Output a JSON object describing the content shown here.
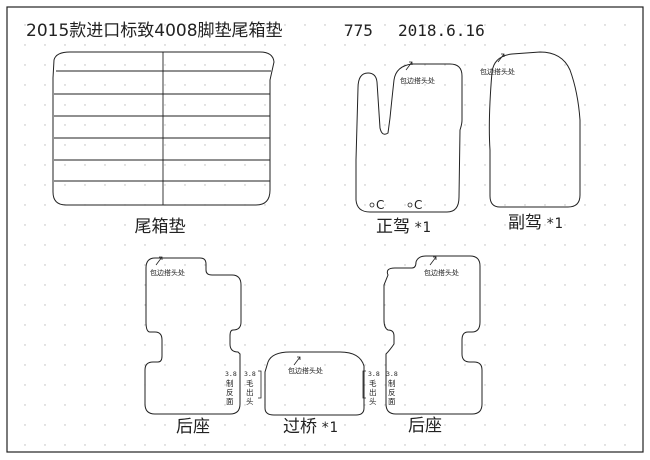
{
  "header": {
    "model": "2015款进口标致4008脚垫尾箱垫",
    "code": "775",
    "date": "2018.6.16"
  },
  "labels": {
    "trunk": "尾箱垫",
    "driver_name": "正驾",
    "driver_qty": "*1",
    "passenger_name": "副驾",
    "passenger_qty": "*1",
    "rear": "后座",
    "bridge_name": "过桥",
    "bridge_qty": "*1"
  },
  "notes": {
    "edge_heel": "包边搭头处",
    "clip_mark": "C",
    "seam_width": "3.8",
    "reverse_side": [
      "制",
      "反",
      "面"
    ],
    "wool_out": [
      "毛",
      "出",
      "头"
    ]
  }
}
